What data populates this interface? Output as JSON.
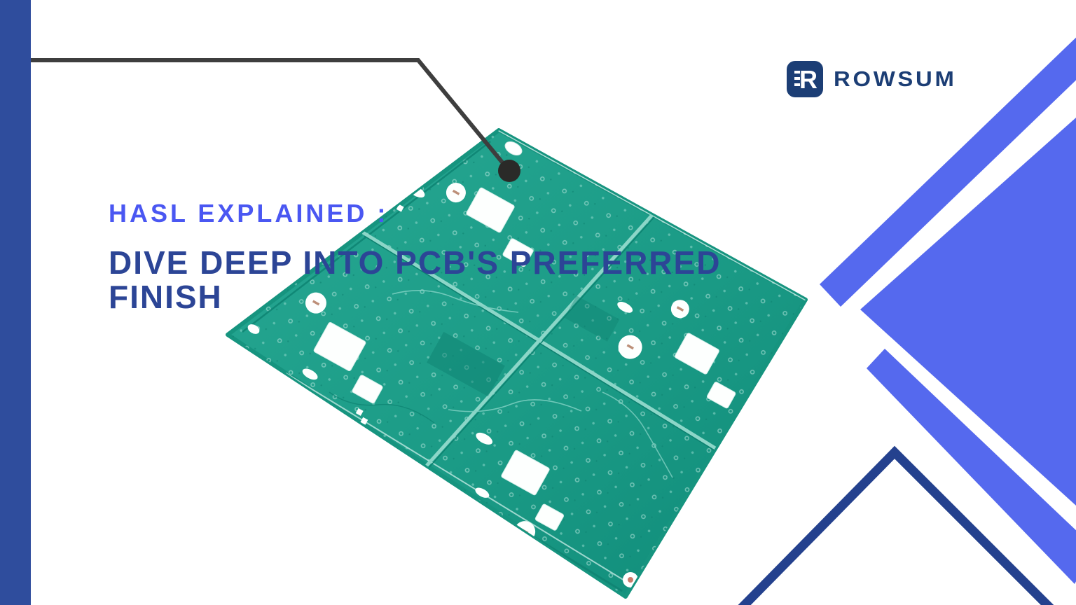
{
  "banner": {
    "background": "#ffffff"
  },
  "logo": {
    "brand": "ROWSUM",
    "icon": "rowsum-r-monogram",
    "color": "#1C3E75"
  },
  "eyebrow": {
    "text": "HASL EXPLAINED :",
    "color": "#4A57F2"
  },
  "title": {
    "lines": [
      "DIVE DEEP INTO PCB'S PREFERRED",
      "FINISH"
    ],
    "color": "#2C4596"
  },
  "callout": {
    "line_color": "#3E3E3E",
    "dot_color": "#2A2A28"
  },
  "decor": {
    "left_bar_color": "#2F4D9D",
    "bright_blue": "#5569EE",
    "navy_outline": "#24418E"
  },
  "photo": {
    "subject": "green PCB panel of four circuit boards",
    "board_color": "#1E9E8A"
  }
}
